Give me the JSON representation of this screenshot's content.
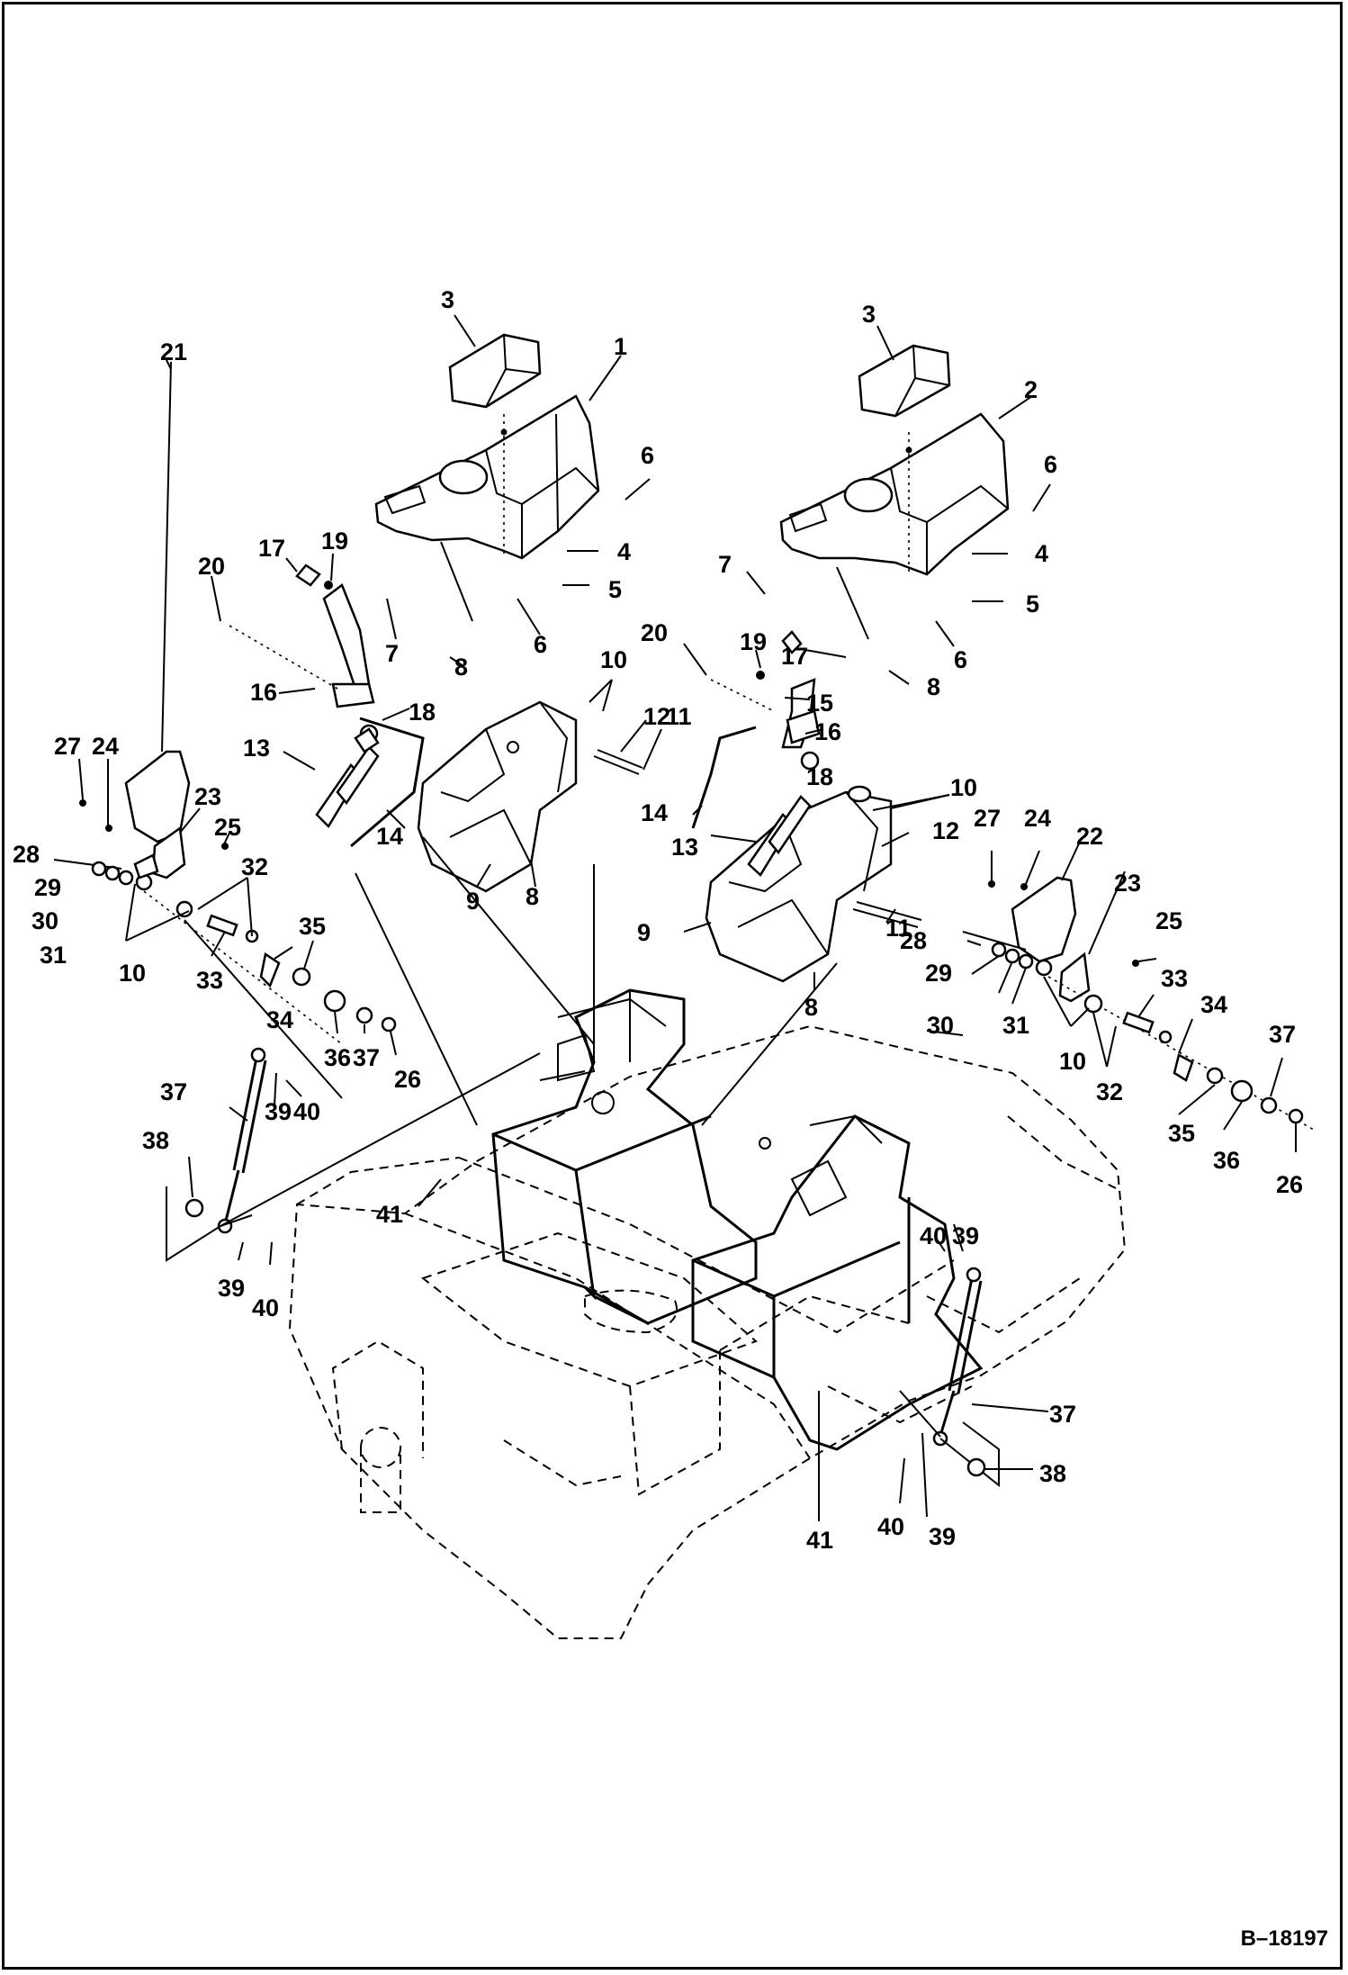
{
  "figure_id": "B–18197",
  "callouts": [
    "1",
    "2",
    "3",
    "4",
    "5",
    "6",
    "7",
    "8",
    "9",
    "10",
    "11",
    "12",
    "13",
    "14",
    "15",
    "16",
    "17",
    "18",
    "19",
    "20",
    "21",
    "22",
    "23",
    "24",
    "25",
    "26",
    "27",
    "28",
    "29",
    "30",
    "31",
    "32",
    "33",
    "34",
    "35",
    "36",
    "37",
    "38",
    "39",
    "40",
    "41"
  ]
}
